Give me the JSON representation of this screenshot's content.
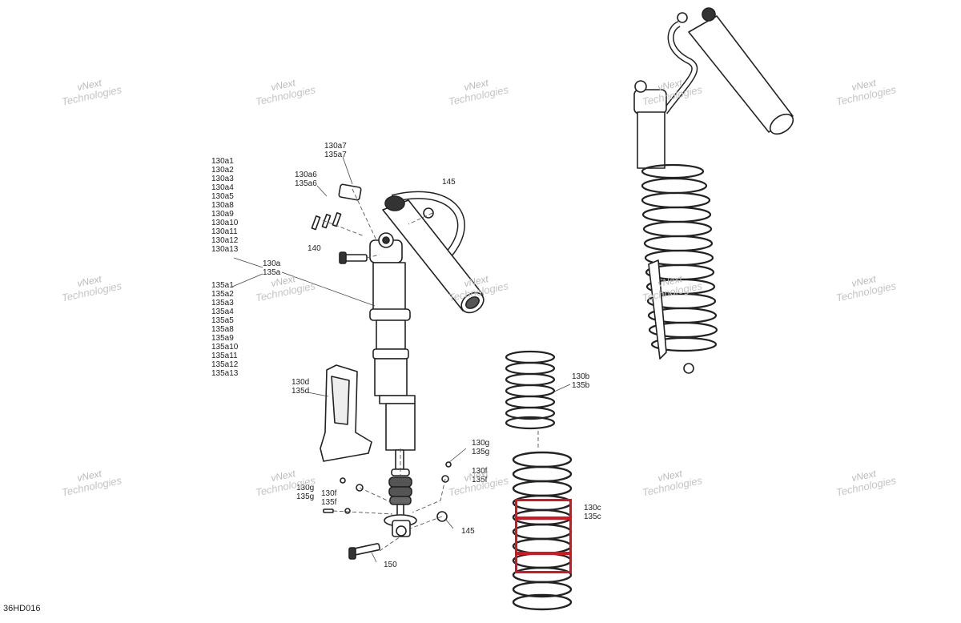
{
  "diagram_ref": "36HD016",
  "watermark": {
    "line1": "vNext",
    "line2": "Technologies"
  },
  "watermark_alt": "vNext Technologies",
  "callouts": {
    "c130a7": "130a7\n135a7",
    "c130a6": "130a6\n135a6",
    "c145_top": "145",
    "c140": "140",
    "c130a_list": "130a1\n130a2\n130a3\n130a4\n130a5\n130a8\n130a9\n130a10\n130a11\n130a12\n130a13",
    "c130a": "130a\n135a",
    "c135a_list": "135a1\n135a2\n135a3\n135a4\n135a5\n135a8\n135a9\n135a10\n135a11\n135a12\n135a13",
    "c130d": "130d\n135d",
    "c130b": "130b\n135b",
    "c130g_right": "130g\n135g",
    "c130f_right": "130f\n135f",
    "c130g_left": "130g\n135g",
    "c130f_left": "130f\n135f",
    "c130c": "130c\n135c",
    "c145_bottom": "145",
    "c150": "150"
  }
}
